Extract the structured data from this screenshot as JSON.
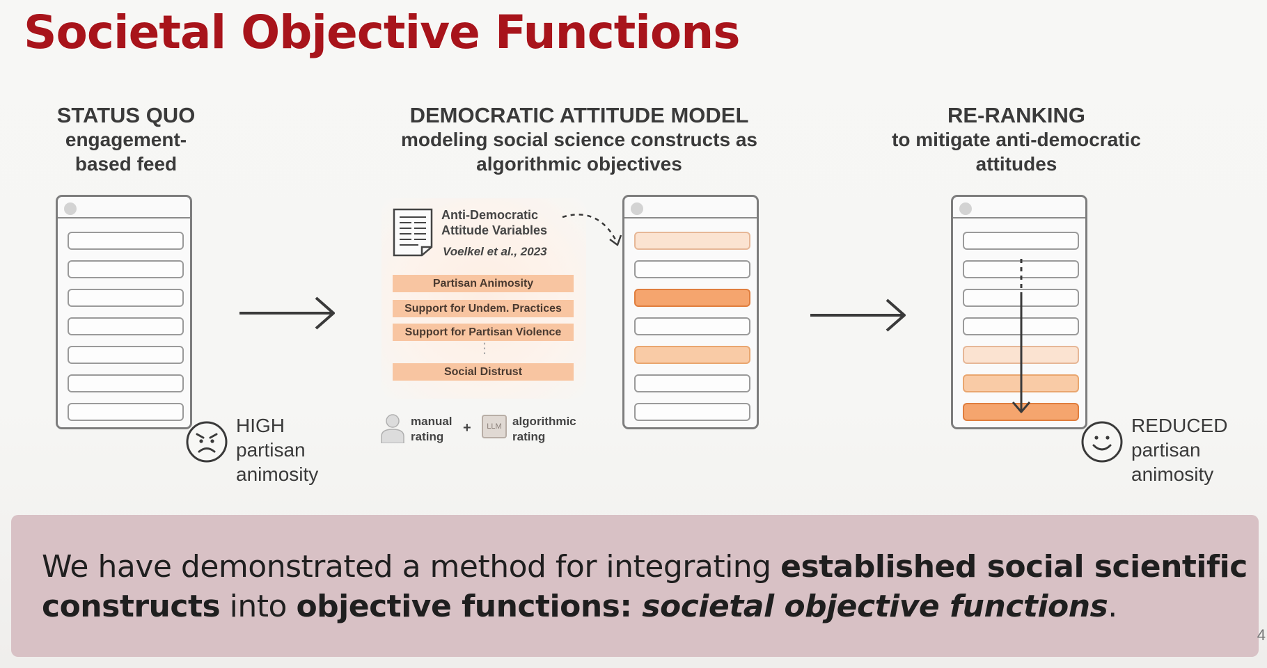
{
  "title": "Societal Objective Functions",
  "status_quo": {
    "heading": "STATUS QUO",
    "subtitle_line1": "engagement-",
    "subtitle_line2": "based feed",
    "outcome_line1": "HIGH",
    "outcome_line2": "partisan",
    "outcome_line3": "animosity",
    "face_icon": "angry-face-icon"
  },
  "democratic_model": {
    "heading": "DEMOCRATIC ATTITUDE MODEL",
    "subtitle_line1": "modeling social science constructs as",
    "subtitle_line2": "algorithmic objectives",
    "doc_title_line1": "Anti-Democratic",
    "doc_title_line2": "Attitude Variables",
    "citation": "Voelkel et al., 2023",
    "variables": [
      "Partisan Animosity",
      "Support for Undem. Practices",
      "Support for Partisan Violence",
      "Social Distrust"
    ],
    "ellipsis": "⋮",
    "manual_line1": "manual",
    "manual_line2": "rating",
    "plus": "+",
    "llm_label": "LLM",
    "algo_line1": "algorithmic",
    "algo_line2": "rating"
  },
  "reranking": {
    "heading": "RE-RANKING",
    "subtitle_line1": "to mitigate anti-democratic",
    "subtitle_line2": "attitudes",
    "outcome_line1": "REDUCED",
    "outcome_line2": "partisan",
    "outcome_line3": "animosity",
    "face_icon": "smiley-face-icon"
  },
  "banner": {
    "part1": "We have demonstrated a method for integrating ",
    "part2": "established social scientific constructs",
    "part3": " into ",
    "part4": "objective functions: ",
    "part5": "societal objective functions",
    "part6": "."
  },
  "page_number": "4",
  "colors": {
    "title": "#a8141b",
    "highlight_light": "#fbe3d1",
    "highlight_medium": "#f9cba6",
    "highlight_strong": "#f5a56e",
    "variable_bar": "#f8c5a1",
    "banner_bg": "#d8c1c5"
  }
}
